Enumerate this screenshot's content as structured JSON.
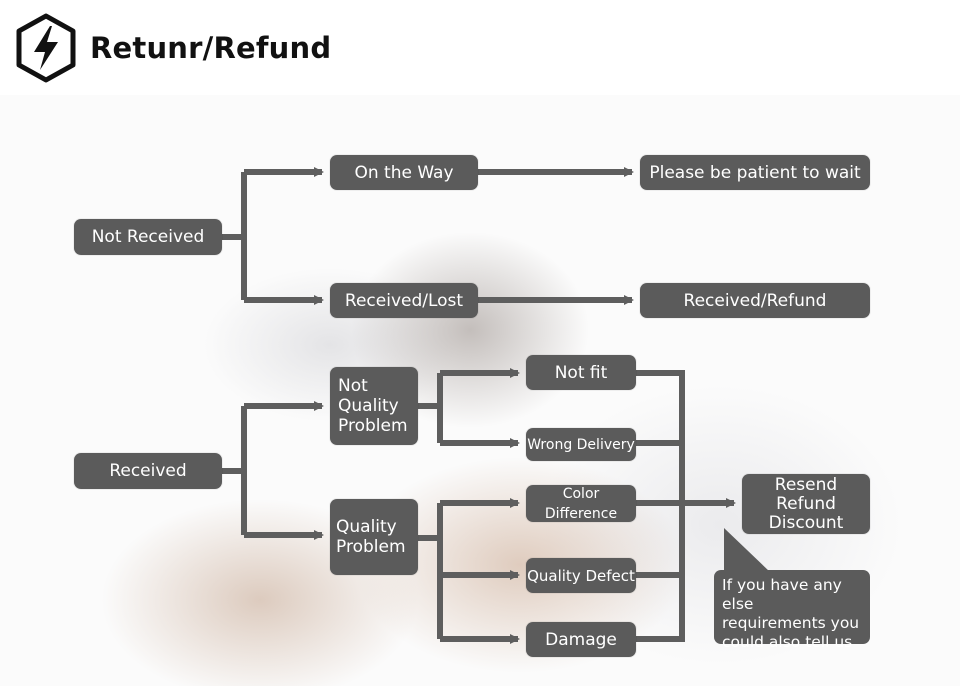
{
  "header": {
    "title": "Retunr/Refund",
    "logo_icon": "lightning-bolt-hexagon-icon"
  },
  "flow": {
    "not_received": "Not Received",
    "on_the_way": "On the Way",
    "please_wait": "Please be patient to wait",
    "received_lost": "Received/Lost",
    "received_refund": "Received/Refund",
    "received": "Received",
    "not_quality_problem": "Not\nQuality\nProblem",
    "quality_problem": "Quality\nProblem",
    "not_fit": "Not fit",
    "wrong_delivery": "Wrong Delivery",
    "color_difference": "Color Difference",
    "quality_defect": "Quality Defect",
    "damage": "Damage",
    "resolution": "Resend\nRefund\nDiscount",
    "note": "If you have any else\nrequirements you\ncould also tell us"
  },
  "colors": {
    "node": "#5b5b5b",
    "connector": "#5e5e5e",
    "text": "#ffffff"
  }
}
